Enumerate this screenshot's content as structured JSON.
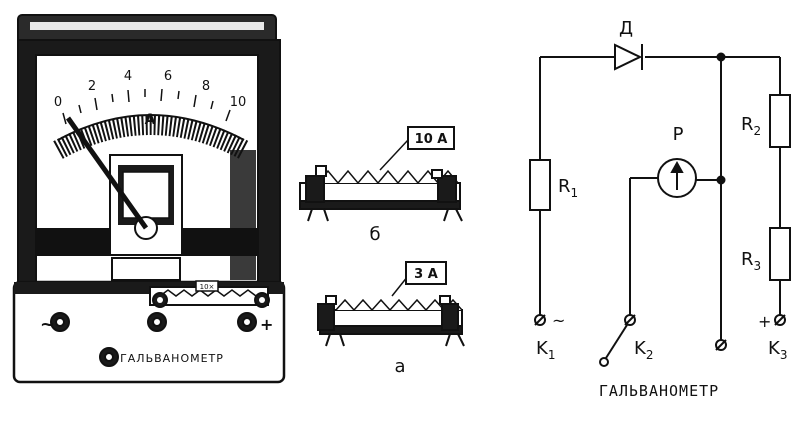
{
  "meter": {
    "scale_ticks": [
      "0",
      "2",
      "4",
      "6",
      "8",
      "10"
    ],
    "unit": "A",
    "plate": "ГАЛЬВАНОМЕТР",
    "terminal_minus": "~",
    "terminal_plus": "+",
    "small_tag": "10×"
  },
  "shunts": {
    "b": {
      "tag": "10 A",
      "caption": "б"
    },
    "a": {
      "tag": "3 A",
      "caption": "а"
    }
  },
  "circuit": {
    "diode": "Д",
    "meter": "P",
    "r1": {
      "main": "R",
      "sub": "1"
    },
    "r2": {
      "main": "R",
      "sub": "2"
    },
    "r3": {
      "main": "R",
      "sub": "3"
    },
    "k1": {
      "main": "K",
      "sub": "1",
      "mark": "~"
    },
    "k2": {
      "main": "K",
      "sub": "2"
    },
    "k3": {
      "main": "K",
      "sub": "3",
      "mark": "+"
    },
    "bottom_label": "ГАЛЬВАНОМЕТР"
  },
  "colors": {
    "ink": "#111111",
    "paper": "#ffffff"
  }
}
